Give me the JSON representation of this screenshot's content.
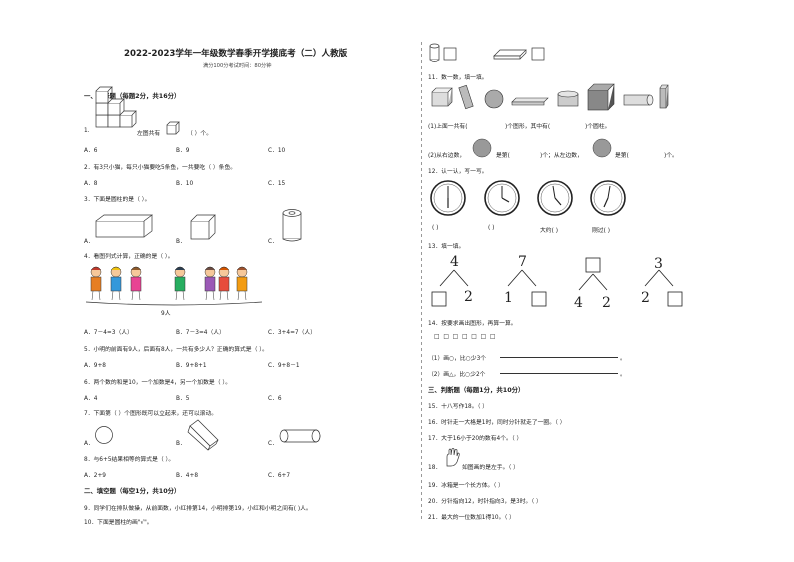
{
  "header": {
    "title": "2022-2023学年一年级数学春季开学摸底考（二）人教版",
    "subtitle": "满分100分考试时间：80分钟"
  },
  "left": {
    "section1": "一、选择题（每题2分，共16分）",
    "q1": {
      "text": "左图共有",
      "tail": "（    ）个。",
      "n": "1.",
      "opts": [
        "A．6",
        "B．9",
        "C．10"
      ]
    },
    "q2": {
      "text": "2．有3只小猫，每只小猫要吃5条鱼，一共要吃（    ）条鱼。",
      "opts": [
        "A．8",
        "B．10",
        "C．15"
      ]
    },
    "q3": {
      "text": "3．下面是圆柱的是（    ）。",
      "opts": [
        "A．",
        "B．",
        "C．"
      ]
    },
    "q4": {
      "text": "4．看图列式计算，正确的是（    ）。",
      "total_label": "9人",
      "opts": [
        "A．7－4=3（人）",
        "B．7－3=4（人）",
        "C．3+4=7（人）"
      ]
    },
    "q5": {
      "text": "5．小明的前面有9人，后面有8人，一共有多少人？正确的算式是（    ）。",
      "opts": [
        "A．9+8",
        "B．9+8+1",
        "C．9+8－1"
      ]
    },
    "q6": {
      "text": "6．两个数的和是10，一个加数是4，另一个加数是（    ）。",
      "opts": [
        "A．4",
        "B．5",
        "C．6"
      ]
    },
    "q7": {
      "text": "7．下面第（    ）个图形既可以立起来，还可以滚动。",
      "opts": [
        "A．",
        "B．",
        "C．"
      ]
    },
    "q8": {
      "text": "8．与6+5结果相等的算式是（    ）。",
      "opts": [
        "A．2+9",
        "B．4+8",
        "C．6+7"
      ]
    },
    "section2": "二、填空题（每空1分，共10分）",
    "q9": "9．同学们在排队做操，从前面数，小红排第14，小明排第19，小红和小明之间有(        )人。",
    "q10": "10．下面是圆柱的画\"√\"。"
  },
  "right": {
    "q11": {
      "text": "11．数一数，填一填。",
      "line1a": "(1)上面一共有(",
      "line1b": ")个图形，其中有(",
      "line1c": ")个圆柱。",
      "line2a": "(2)从右边数，",
      "line2b": "是第(",
      "line2c": ")个；从左边数，",
      "line2d": "是第(",
      "line2e": ")个。"
    },
    "q12": {
      "text": "12．认一认，写一写。",
      "labels": [
        "(        )",
        "(        )",
        "大约(        )",
        "刚过(        )"
      ]
    },
    "q13": {
      "text": "13．填一填。",
      "trees": [
        {
          "top": "4",
          "left": "",
          "right": "2"
        },
        {
          "top": "7",
          "left": "1",
          "right": ""
        },
        {
          "top": "",
          "left": "4",
          "right": "2"
        },
        {
          "top": "3",
          "left": "2",
          "right": ""
        }
      ]
    },
    "q14": {
      "text": "14．按要求画出图形，再算一算。",
      "shapes": "□    □    □    □    □    □    □",
      "a": "（1）画○，比○少3个",
      "b": "（2）画△，比○少2个"
    },
    "section3": "三、判断题（每题1分，共10分）",
    "q15": "15．十八写作18。（      ）",
    "q16": "16．时针走一大格是1时，同时分针就走了一圈。（      ）",
    "q17": "17．大于16小于20的数有4个。（      ）",
    "q18": {
      "n": "18．",
      "text": "如图画的是左手。（      ）"
    },
    "q19": "19．冰箱是一个长方体。（      ）",
    "q20": "20．分针指向12，时针指向3，是3时。（      ）",
    "q21": "21．最大的一位数加1得10。（      ）"
  },
  "colors": {
    "text": "#222222",
    "divider": "#999999"
  }
}
